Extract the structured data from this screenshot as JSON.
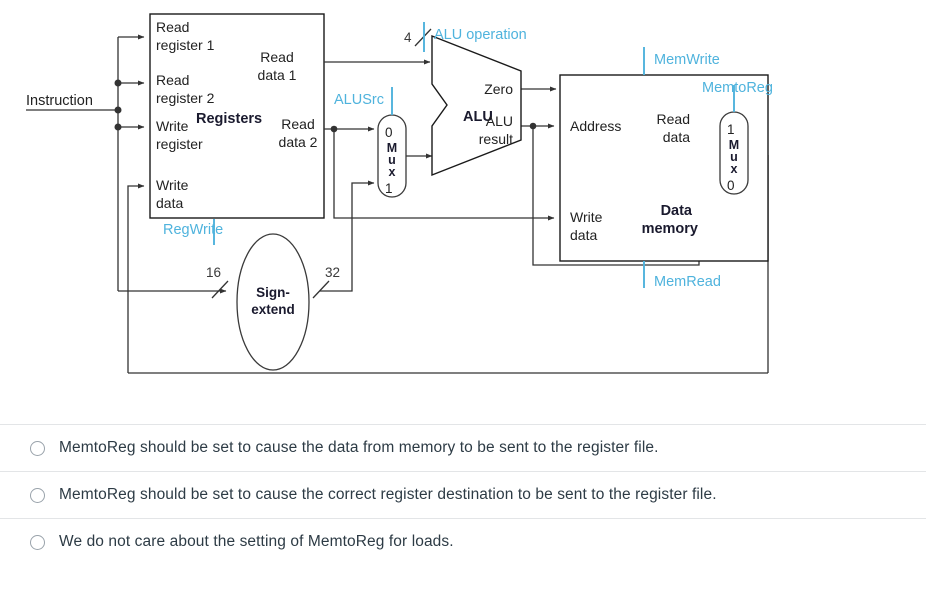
{
  "diagram": {
    "title": "MIPS single-cycle datapath fragment",
    "colors": {
      "wire": "#333333",
      "box_border": "#1a1a1a",
      "control_blue": "#4fb3dd",
      "text": "#222222",
      "bold_text": "#1a1a2e"
    },
    "labels": {
      "instruction": "Instruction",
      "read_register_1": "Read\nregister 1",
      "read_register_1_line1": "Read",
      "read_register_1_line2": "register 1",
      "read_register_2_line1": "Read",
      "read_register_2_line2": "register 2",
      "write_register_line1": "Write",
      "write_register_line2": "register",
      "write_data_line1": "Write",
      "write_data_line2": "data",
      "registers": "Registers",
      "read_data_1_line1": "Read",
      "read_data_1_line2": "data 1",
      "read_data_2_line1": "Read",
      "read_data_2_line2": "data 2",
      "regwrite": "RegWrite",
      "alusrc": "ALUSrc",
      "alu_operation": "ALU operation",
      "alu_op_width": "4",
      "alu": "ALU",
      "zero": "Zero",
      "alu_result_line1": "ALU",
      "alu_result_line2": "result",
      "memwrite": "MemWrite",
      "memtoreg": "MemtoReg",
      "memread": "MemRead",
      "address": "Address",
      "mem_read_data_line1": "Read",
      "mem_read_data_line2": "data",
      "mem_write_data_line1": "Write",
      "mem_write_data_line2": "data",
      "data_memory_line1": "Data",
      "data_memory_line2": "memory",
      "sign_extend_line1": "Sign-",
      "sign_extend_line2": "extend",
      "width_16": "16",
      "width_32": "32",
      "mux_m": "M",
      "mux_u": "u",
      "mux_x": "x",
      "alusrc_mux_top": "0",
      "alusrc_mux_bottom": "1",
      "memtoreg_mux_top": "1",
      "memtoreg_mux_bottom": "0"
    }
  },
  "question": {
    "options": [
      {
        "id": "option-1",
        "label": "MemtoReg should be set to cause the data from memory to be sent to the register file.",
        "selected": false
      },
      {
        "id": "option-2",
        "label": "MemtoReg should be set to cause the correct register destination to be sent to the register file.",
        "selected": false
      },
      {
        "id": "option-3",
        "label": "We do not care about the setting of MemtoReg for loads.",
        "selected": false
      }
    ]
  }
}
